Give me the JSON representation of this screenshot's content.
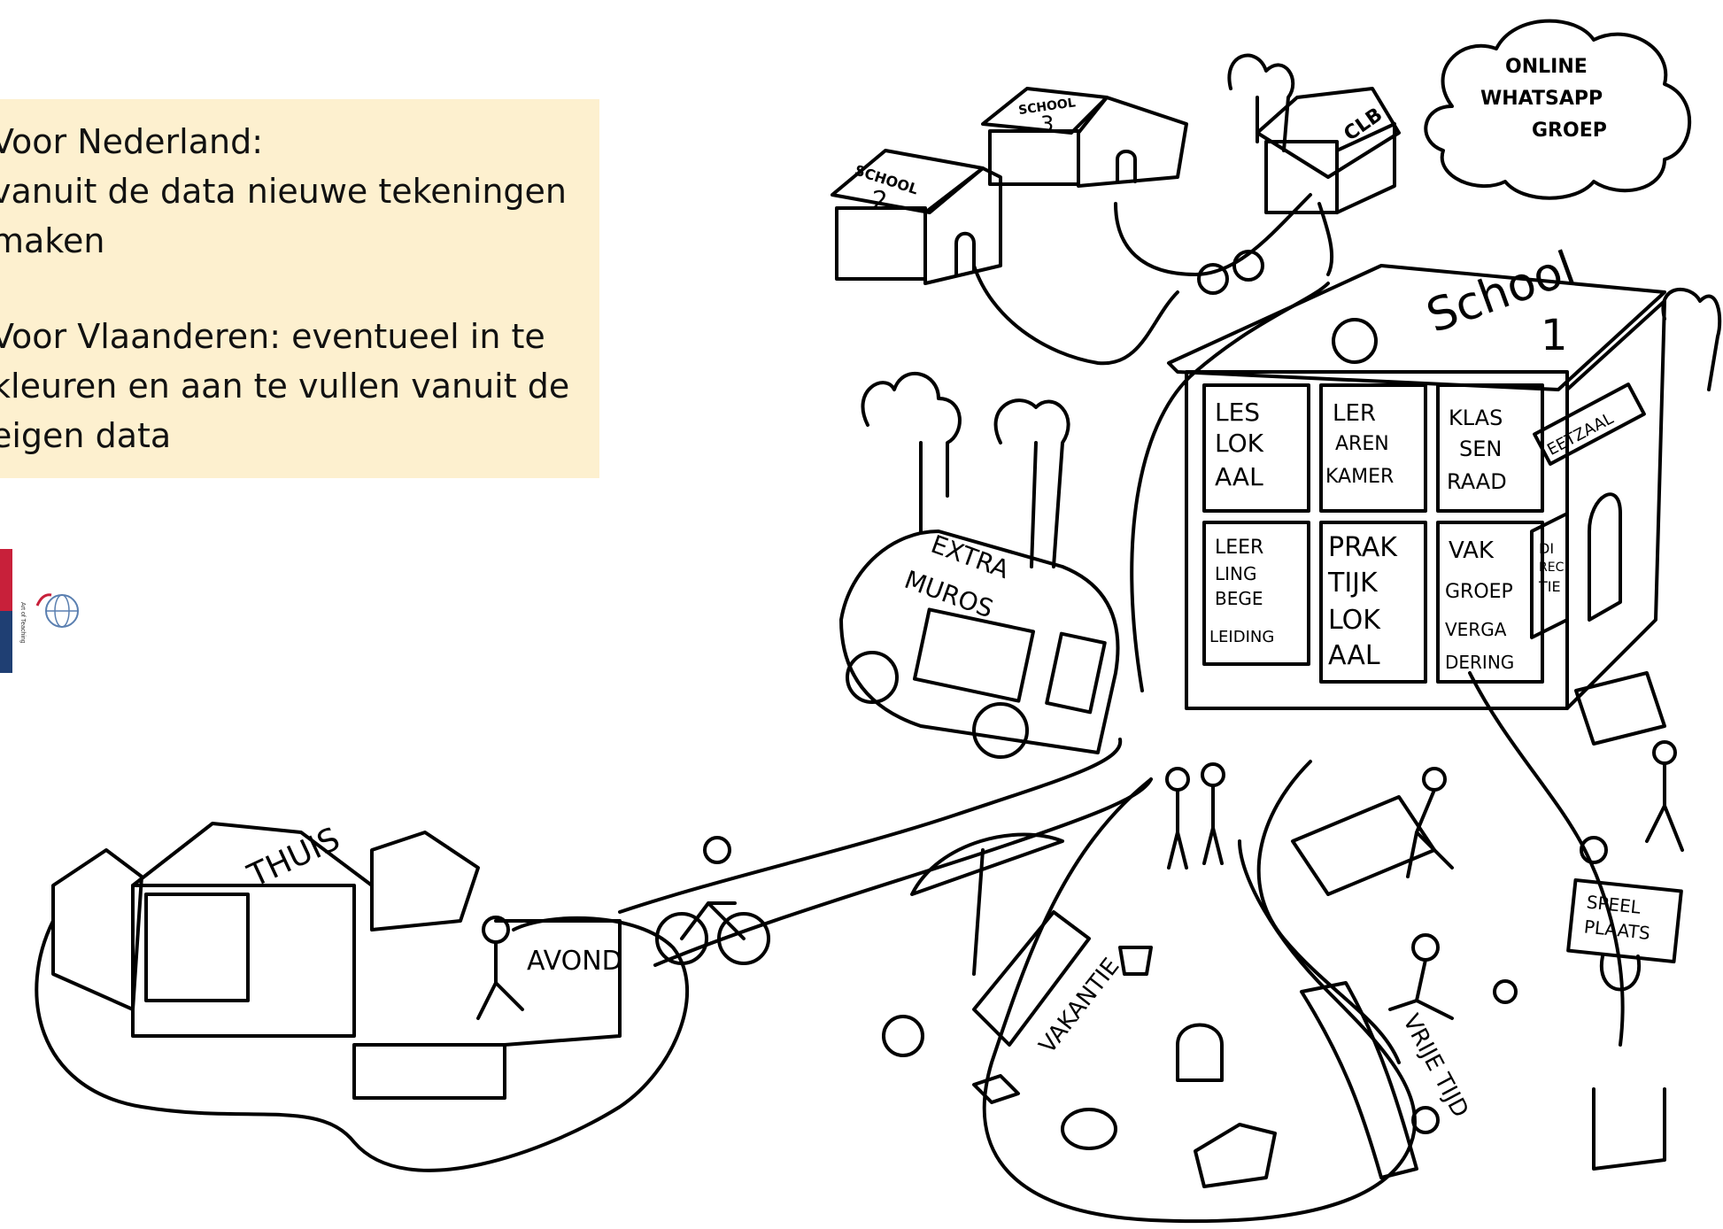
{
  "note": {
    "nl_heading": "Voor Nederland:",
    "nl_line1": "vanuit de data nieuwe tekeningen",
    "nl_line2": "maken",
    "vl_line1": "Voor Vlaanderen: eventueel in te",
    "vl_line2": "kleuren en aan te vullen vanuit de",
    "vl_line3": "eigen data"
  },
  "logos": {
    "logo_text": "Art of Teaching"
  },
  "drawing": {
    "cloud": [
      "ONLINE",
      "WHATSAPP",
      "GROEP"
    ],
    "school1_roof": "School",
    "school1_number": "1",
    "school2": [
      "SCHOOL",
      "2"
    ],
    "school3": [
      "SCHOOL",
      "3"
    ],
    "clb": "CLB",
    "rooms": {
      "leslokaal": [
        "LES",
        "LOK",
        "AAL"
      ],
      "lerarenkamer": [
        "LER",
        "AREN",
        "KAMER"
      ],
      "klassenraad": [
        "KLAS",
        "SEN",
        "RAAD"
      ],
      "leerlingbegeleiding": [
        "LEER",
        "LING",
        "BEGE",
        "LEIDING"
      ],
      "praktijklokaal": [
        "PRAK",
        "TIJK",
        "LOK",
        "AAL"
      ],
      "vakgroepvergadering": [
        "VAK",
        "GROEP",
        "VERGA",
        "DERING"
      ]
    },
    "eetzaal": "EETZAAL",
    "directie": [
      "DI",
      "REC",
      "TIE"
    ],
    "bus": [
      "EXTRA",
      "MUROS"
    ],
    "thuis": "THUIS",
    "avond": "AVOND",
    "vakantie": "VAKANTIE",
    "vrije_tijd": "VRIJE TIJD",
    "speelplaats": [
      "SPEEL",
      "PLAATS"
    ]
  },
  "colors": {
    "note_bg": "#fdf0cf",
    "ink": "#000000",
    "logo_red": "#c8203a",
    "logo_blue": "#1f3f73"
  }
}
